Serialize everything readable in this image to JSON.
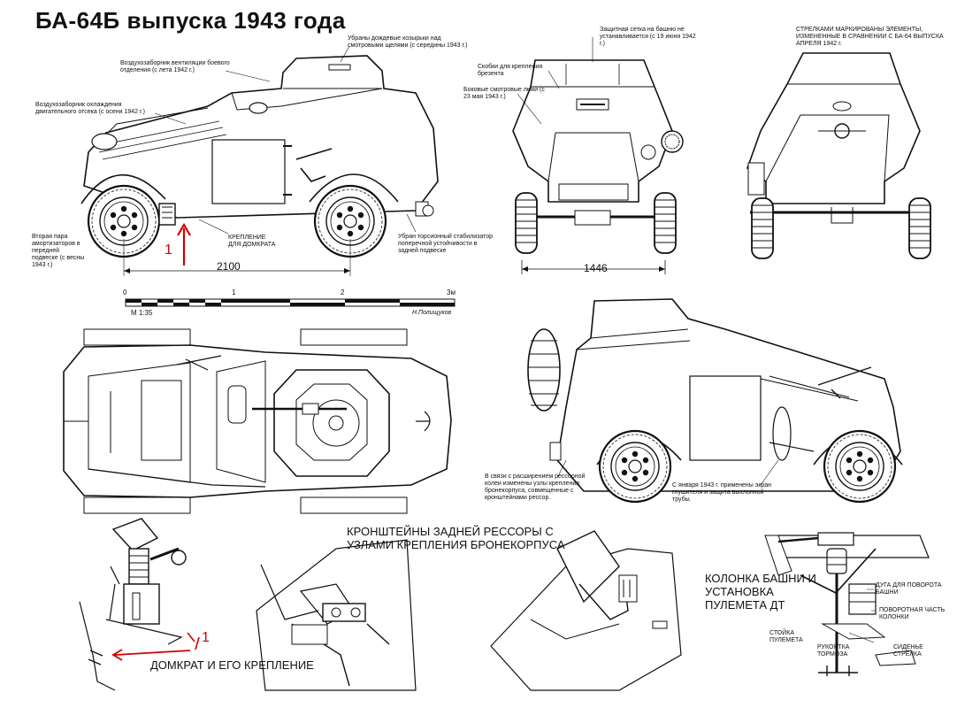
{
  "title": "БА-64Б выпуска 1943 года",
  "side_view": {
    "callouts": [
      "Убраны дождевые козырьки над смотровыми щелями (с середины 1943 г.)",
      "Воздухозаборник вентиляции боевого отделения (с лета 1942 г.)",
      "Воздухозаборник охлаждения двигательного отсека (с осени 1942 г.)",
      "Вторая пара амортизаторов в передней подвеске (с весны 1943 г.)",
      "КРЕПЛЕНИЕ ДЛЯ ДОМКРАТА",
      "Убран торсионный стабилизатор поперечной устойчивости в задней подвеске"
    ],
    "dimension": "2100",
    "marker": "1"
  },
  "front_view": {
    "callouts": [
      "Защитная сетка на башню не устанавливается (с 19 июня 1942 г.)",
      "Скобки для крепления брезента",
      "Боковые смотровые люки (с 23 мая 1943 г.)"
    ],
    "dimension": "1446"
  },
  "rear_view": {
    "note": "СТРЕЛКАМИ МАРКИРОВАНЫ ЭЛЕМЕНТЫ, ИЗМЕНЕННЫЕ В СРАВНЕНИИ С БА-64 ВЫПУСКА АПРЕЛЯ 1942 г."
  },
  "scale_bar": {
    "ticks": [
      "0",
      "1",
      "2",
      "3м"
    ],
    "ratio": "М 1:35",
    "author": "Н.Полищуков"
  },
  "left_side_view": {
    "callouts": [
      "В связи с расширением рессорной колеи изменены узлы крепления бронекорпуса, совмещенные с кронштейнами рессор.",
      "С января 1943 г. применены экран глушителя и защита выхлопной трубы."
    ]
  },
  "details": {
    "jack_label": "ДОМКРАТ И ЕГО КРЕПЛЕНИЕ",
    "jack_marker": "1",
    "spring_title": "КРОНШТЕЙНЫ ЗАДНЕЙ РЕССОРЫ С УЗЛАМИ КРЕПЛЕНИЯ БРОНЕКОРПУСА",
    "turret_title": "КОЛОНКА БАШНИ И УСТАНОВКА ПУЛЕМЕТА ДТ",
    "turret_parts": [
      "ДУГА ДЛЯ ПОВОРОТА БАШНИ",
      "ПОВОРОТНАЯ ЧАСТЬ КОЛОНКИ",
      "СТОЙКА ПУЛЕМЕТА",
      "РУКОЯТКА ТОРМОЗА",
      "СИДЕНЬЕ СТРЕЛКА"
    ]
  }
}
